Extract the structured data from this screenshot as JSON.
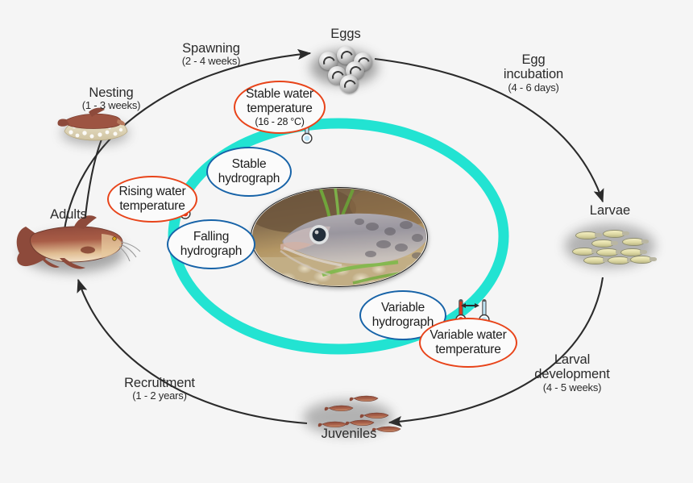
{
  "diagram": {
    "title": "Fish life cycle and flow/temperature cues",
    "background_color": "#f5f5f5",
    "cycle_arc_color": "#2b2b2b",
    "inner_ring_color": "#22e3d2",
    "callout_red": "#e8441a",
    "callout_blue": "#1763a8"
  },
  "stages": [
    {
      "id": "spawning",
      "title": "Spawning",
      "duration": "(2 - 4 weeks)"
    },
    {
      "id": "egg-incubation",
      "title": "Egg",
      "title2": "incubation",
      "duration": "(4 - 6 days)"
    },
    {
      "id": "larval-development",
      "title": "Larval",
      "title2": "development",
      "duration": "(4 - 5 weeks)"
    },
    {
      "id": "recruitment",
      "title": "Recruitment",
      "duration": "(1 - 2 years)"
    },
    {
      "id": "nesting",
      "title": "Nesting",
      "duration": "(1 - 3 weeks)"
    }
  ],
  "organisms": [
    {
      "id": "eggs",
      "label": "Eggs"
    },
    {
      "id": "larvae",
      "label": "Larvae"
    },
    {
      "id": "juveniles",
      "label": "Juveniles"
    },
    {
      "id": "adults",
      "label": "Adults"
    }
  ],
  "callouts": [
    {
      "id": "stable-water-temperature",
      "color": "red",
      "line1": "Stable water",
      "line2": "temperature",
      "sub": "(16 - 28 °C)",
      "icon": "thermometer-cool"
    },
    {
      "id": "stable-hydrograph",
      "color": "blue",
      "line1": "Stable",
      "line2": "hydrograph"
    },
    {
      "id": "rising-water-temperature",
      "color": "red",
      "line1": "Rising water",
      "line2": "temperature",
      "icon": "thermometer-rising"
    },
    {
      "id": "falling-hydrograph",
      "color": "blue",
      "line1": "Falling",
      "line2": "hydrograph"
    },
    {
      "id": "variable-hydrograph",
      "color": "blue",
      "line1": "Variable",
      "line2": "hydrograph"
    },
    {
      "id": "variable-water-temperature",
      "color": "red",
      "line1": "Variable water",
      "line2": "temperature",
      "icon": "thermometer-variable"
    }
  ],
  "center_image": {
    "id": "adult-catfish-photo",
    "alt": "Photograph of an adult catfish over gravel with green aquatic plants"
  }
}
